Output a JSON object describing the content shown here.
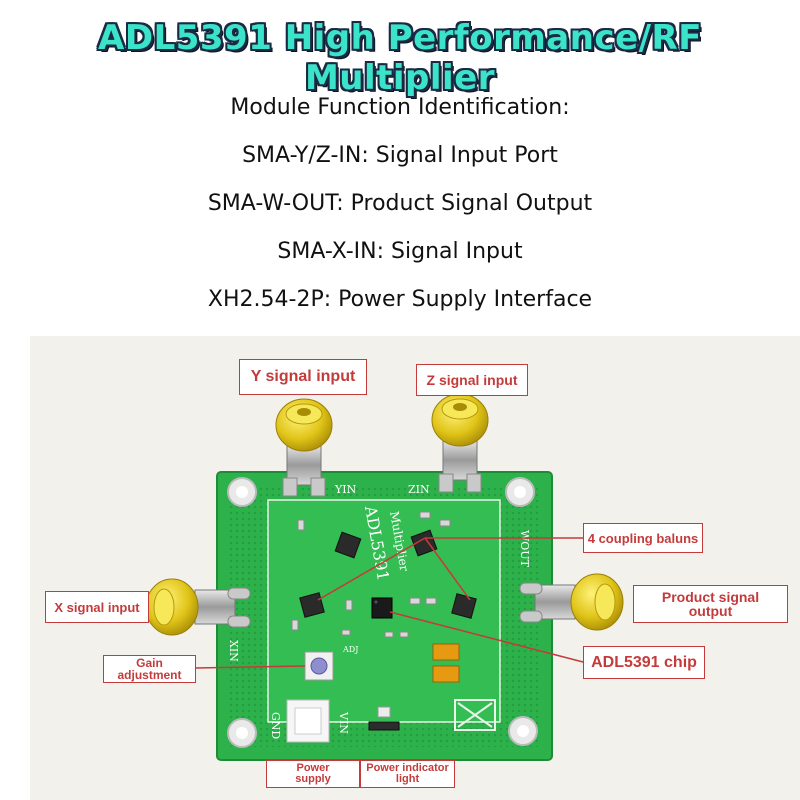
{
  "title": "ADL5391 High Performance/RF Multiplier",
  "description": {
    "heading": "Module Function Identification:",
    "lines": [
      "SMA-Y/Z-IN: Signal Input Port",
      "SMA-W-OUT: Product Signal Output",
      "SMA-X-IN: Signal Input",
      "XH2.54-2P: Power Supply Interface"
    ]
  },
  "callouts": {
    "y_input": "Y signal input",
    "z_input": "Z signal input",
    "coupling_baluns": "4 coupling baluns",
    "x_input": "X signal input",
    "product_output": "Product signal output",
    "gain_adjustment": "Gain adjustment",
    "adl_chip": "ADL5391 chip",
    "power_supply": "Power supply",
    "power_indicator": "Power indicator light"
  },
  "board_silkscreen": {
    "chip_name": "ADL5391",
    "chip_sub": "Multiplier",
    "yin": "YIN",
    "zin": "ZIN",
    "xin": "XIN",
    "wout": "WOUT",
    "gnd": "GND",
    "vin": "VIN",
    "adj": "ADJ"
  },
  "colors": {
    "title_fill": "#3be3c8",
    "title_outline": "#1b2a44",
    "callout": "#c43b3b",
    "pcb": "#2db24b"
  }
}
